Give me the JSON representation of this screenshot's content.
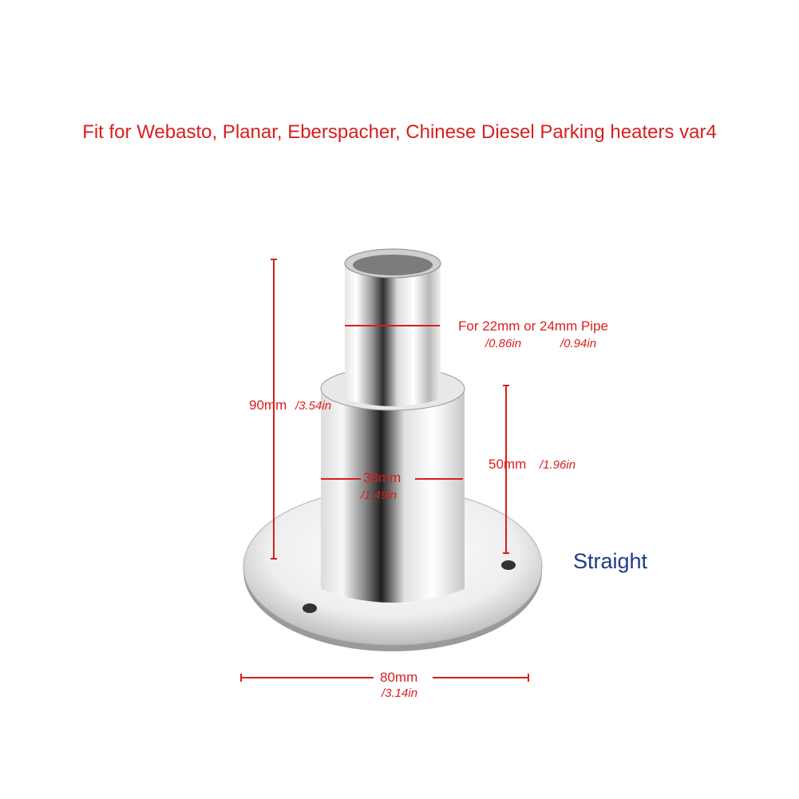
{
  "title": "Fit for Webasto, Planar, Eberspacher, Chinese Diesel Parking heaters var4",
  "dimensions": {
    "pipe_label": "For 22mm or 24mm Pipe",
    "pipe_in_a": "/0.86in",
    "pipe_in_b": "/0.94in",
    "height_total": "90mm",
    "height_total_in": "/3.54in",
    "height_body": "50mm",
    "height_body_in": "/1.96in",
    "body_width": "38mm",
    "body_width_in": "/1.49in",
    "base_width": "80mm",
    "base_width_in": "/3.14in"
  },
  "variant_label": "Straight",
  "colors": {
    "annotation": "#d81e1e",
    "variant": "#1c3a8c"
  }
}
